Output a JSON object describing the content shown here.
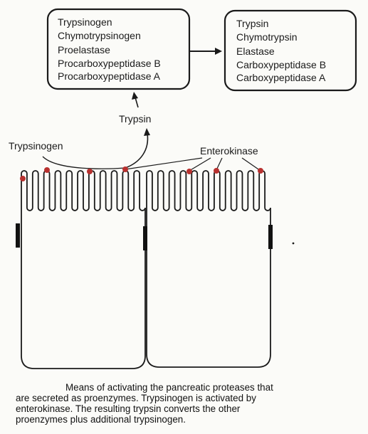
{
  "proenzymes": [
    "Trypsinogen",
    "Chymotrypsinogen",
    "Proelastase",
    "Procarboxypeptidase B",
    "Procarboxypeptidase A"
  ],
  "enzymes": [
    "Trypsin",
    "Chymotrypsin",
    "Elastase",
    "Carboxypeptidase B",
    "Carboxypeptidase A"
  ],
  "labels": {
    "trypsin": "Trypsin",
    "trypsinogen": "Trypsinogen",
    "enterokinase": "Enterokinase"
  },
  "caption": {
    "line1": "Means of activating the pancreatic proteases that",
    "line2": "are secreted as proenzymes. Trypsinogen is activated by",
    "line3": "enterokinase. The resulting trypsin converts the other",
    "line4": "proenzymes plus additional trypsinogen."
  },
  "colors": {
    "ink": "#1a1a1a",
    "enterokinase_dot": "#b8312f",
    "junction": "#111111"
  }
}
